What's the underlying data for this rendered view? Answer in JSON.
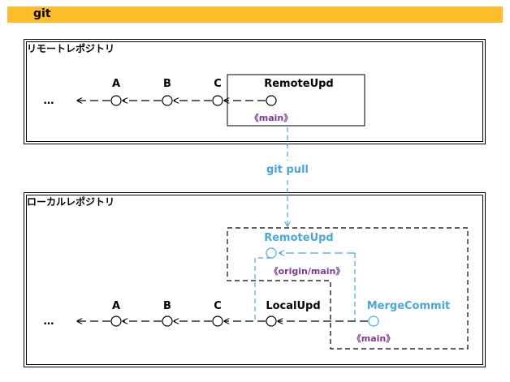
{
  "header": {
    "title": "git"
  },
  "remote": {
    "title": "リモートレポジトリ",
    "ellipsis": "…",
    "commits": [
      "A",
      "B",
      "C",
      "RemoteUpd"
    ],
    "branch": "《main》"
  },
  "pull": {
    "label": "git pull"
  },
  "local": {
    "title": "ローカルレポジトリ",
    "ellipsis": "…",
    "commits": [
      "A",
      "B",
      "C",
      "LocalUpd"
    ],
    "fetched_commit": "RemoteUpd",
    "fetched_branch": "《origin/main》",
    "merge_commit": "MergeCommit",
    "branch": "《main》"
  },
  "colors": {
    "header": "#fdbc2c",
    "accent_blue": "#4aa7dc",
    "ref_purple": "#7a3c8e"
  }
}
